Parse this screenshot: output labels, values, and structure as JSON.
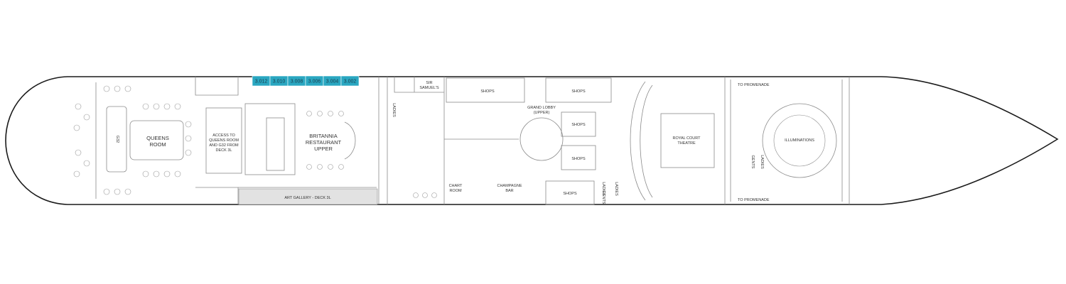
{
  "colors": {
    "hull_stroke": "#1a1a1a",
    "line": "#8a8a8a",
    "cabin_fill": "#2aa7c1",
    "gallery_fill": "#e2e2e2",
    "white": "#ffffff"
  },
  "cabins": [
    "3.012",
    "3.010",
    "3.008",
    "3.006",
    "3.004",
    "3.002"
  ],
  "rooms": {
    "g32": "G32",
    "queens_room": [
      "QUEENS",
      "ROOM"
    ],
    "access_note": [
      "ACCESS TO",
      "QUEENS ROOM",
      "AND G32 FROM",
      "DECK 3L"
    ],
    "britannia": [
      "BRITANNIA",
      "RESTAURANT",
      "UPPER"
    ],
    "sir_samuels": [
      "SIR",
      "SAMUEL'S"
    ],
    "art_gallery": "ART GALLERY - DECK 3L",
    "shops": "SHOPS",
    "grand_lobby": [
      "GRAND LOBBY",
      "(UPPER)"
    ],
    "chart_room": [
      "CHART",
      "ROOM"
    ],
    "champagne_bar": [
      "CHAMPAGNE",
      "BAR"
    ],
    "royal_court": [
      "ROYAL COURT",
      "THEATRE"
    ],
    "illuminations": "ILLUMINATIONS",
    "to_promenade": "TO PROMENADE",
    "ladies": "LADIES",
    "gents": "GENTS"
  }
}
